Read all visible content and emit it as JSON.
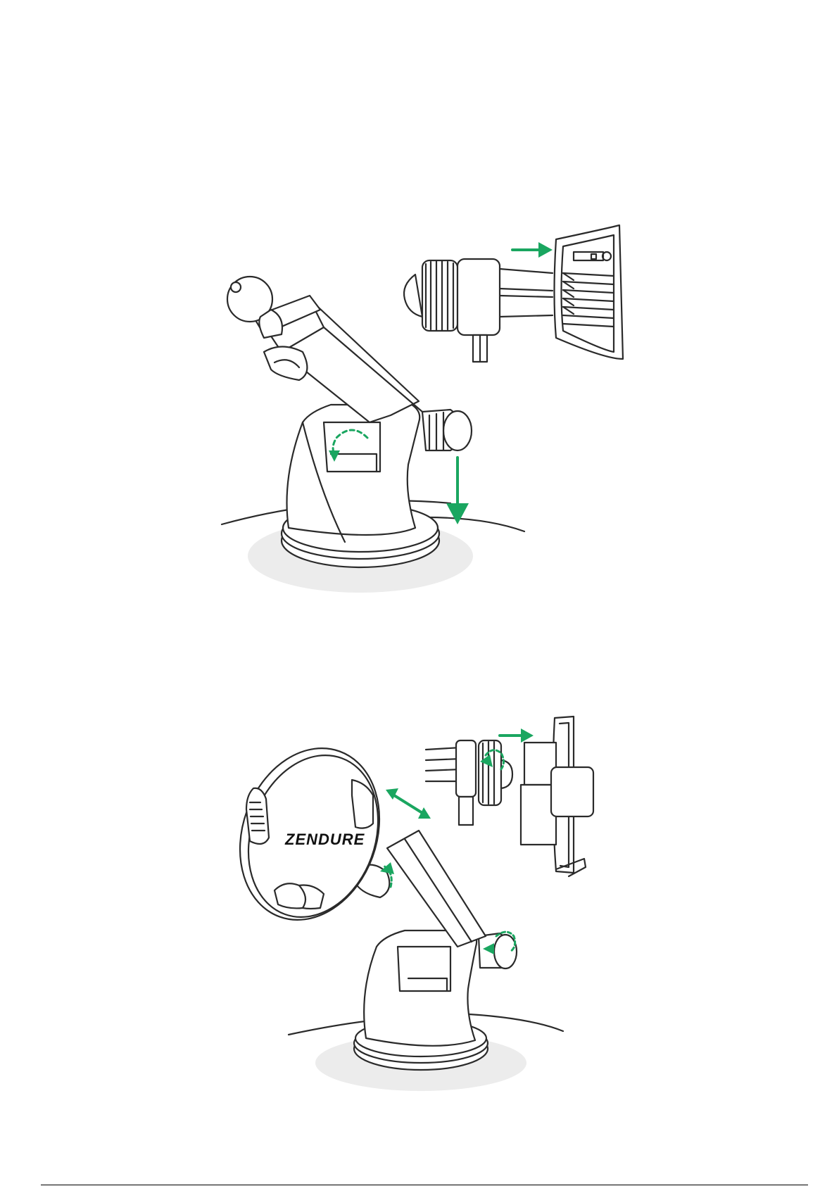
{
  "figures": [
    {
      "id": "fig-top",
      "brand_text": ""
    },
    {
      "id": "fig-bottom",
      "brand_text": "ZENDURE"
    }
  ],
  "colors": {
    "accent": "#1aa660",
    "line": "#2a2a2a",
    "shadow": "#ececec"
  }
}
